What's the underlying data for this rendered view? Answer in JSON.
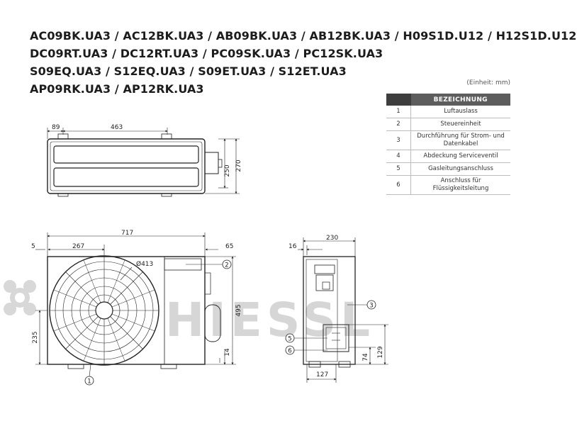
{
  "models": [
    "AC09BK.UA3 / AC12BK.UA3 / AB09BK.UA3 / AB12BK.UA3 / H09S1D.U12 / H12S1D.U12",
    "DC09RT.UA3 / DC12RT.UA3 / PC09SK.UA3 / PC12SK.UA3",
    "S09EQ.UA3 / S12EQ.UA3 / S09ET.UA3 / S12ET.UA3",
    "AP09RK.UA3 / AP12RK.UA3"
  ],
  "unit_note": "(Einheit: mm)",
  "table": {
    "header": "BEZEICHNUNG",
    "rows": [
      {
        "num": "1",
        "name": "Luftauslass"
      },
      {
        "num": "2",
        "name": "Steuereinheit"
      },
      {
        "num": "3",
        "name": "Durchführung für Strom- und Datenkabel"
      },
      {
        "num": "4",
        "name": "Abdeckung Serviceventil"
      },
      {
        "num": "5",
        "name": "Gasleitungsanschluss"
      },
      {
        "num": "6",
        "name": "Anschluss für Flüssigkeitsleitung"
      }
    ]
  },
  "dims": {
    "top_left": "89",
    "top_width": "463",
    "top_h1": "250",
    "top_h2": "270",
    "front_width": "717",
    "front_left": "5",
    "front_fan_offset": "267",
    "front_right": "65",
    "fan_diameter": "Ø413",
    "front_height": "495",
    "front_low": "235",
    "front_foot": "14",
    "side_depth": "230",
    "side_left": "16",
    "side_bottom": "127",
    "side_h1": "74",
    "side_h2": "129"
  },
  "callouts": {
    "c1": "1",
    "c2": "2",
    "c3": "3",
    "c5": "5",
    "c6": "6"
  },
  "watermark": "HIESSL"
}
